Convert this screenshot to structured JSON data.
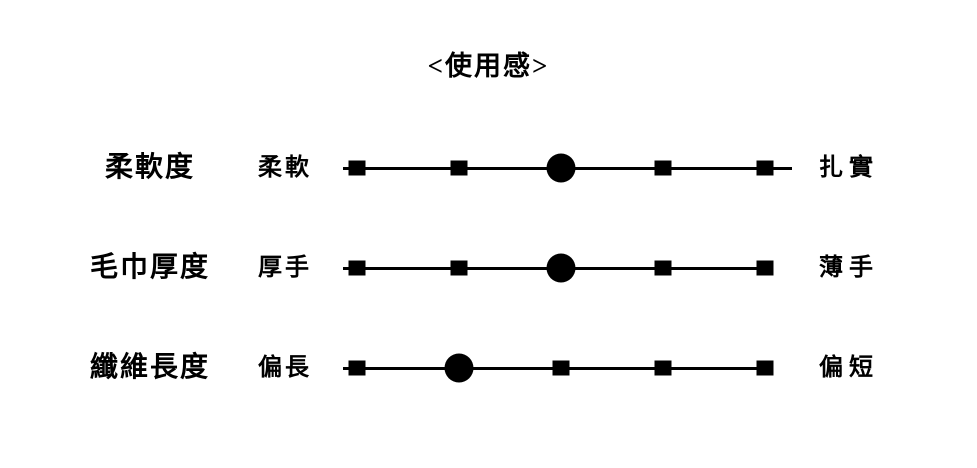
{
  "title": "<使用感>",
  "colors": {
    "ink": "#000000",
    "background": "#ffffff"
  },
  "rows": [
    {
      "label": "柔軟度",
      "left_anchor": "柔軟",
      "right_anchor": "扎實",
      "value": 3,
      "scale_points": 5
    },
    {
      "label": "毛巾厚度",
      "left_anchor": "厚手",
      "right_anchor": "薄手",
      "value": 3,
      "scale_points": 5
    },
    {
      "label": "纖維長度",
      "left_anchor": "偏長",
      "right_anchor": "偏短",
      "value": 2,
      "scale_points": 5
    }
  ],
  "chart_data": {
    "type": "scatter",
    "title": "<使用感>",
    "categories": [
      "柔軟度",
      "毛巾厚度",
      "纖維長度"
    ],
    "series": [
      {
        "name": "rating-position",
        "values": [
          3,
          3,
          2
        ]
      }
    ],
    "scale": {
      "min": 1,
      "max": 5,
      "points": 5
    },
    "axis_anchors": [
      {
        "left": "柔軟",
        "right": "扎實"
      },
      {
        "left": "厚手",
        "right": "薄手"
      },
      {
        "left": "偏長",
        "right": "偏短"
      }
    ],
    "legend": "none",
    "grid": false,
    "marker": {
      "tick": "black-square",
      "selected": "black-circle"
    }
  }
}
